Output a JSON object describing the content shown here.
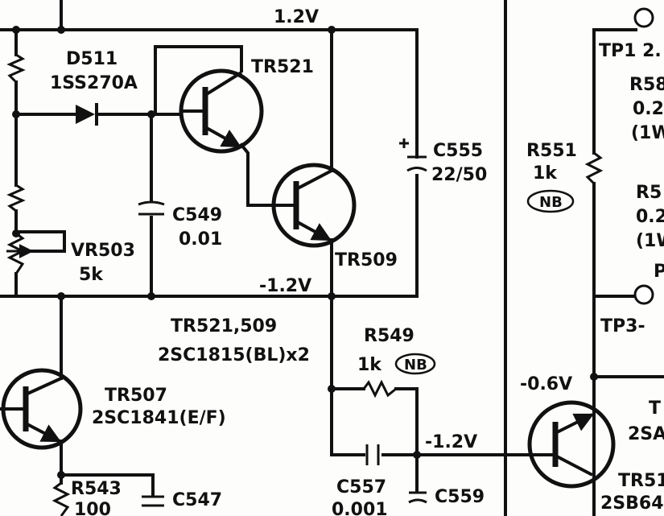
{
  "voltages": {
    "top_rail": "1.2V",
    "mid_rail": "-1.2V",
    "right_node": "-0.6V",
    "bottom_node": "-1.2V"
  },
  "diode": {
    "ref": "D511",
    "part": "1SS270A"
  },
  "tr521": {
    "ref": "TR521"
  },
  "tr509": {
    "ref": "TR509"
  },
  "c549": {
    "ref": "C549",
    "value": "0.01"
  },
  "vr503": {
    "ref": "VR503",
    "value": "5k"
  },
  "c555": {
    "ref": "C555",
    "value": "22/50"
  },
  "r551": {
    "ref": "R551",
    "value": "1k",
    "badge": "NB"
  },
  "pair_note": {
    "refs": "TR521,509",
    "part": "2SC1815(BL)x2"
  },
  "tr507": {
    "ref": "TR507",
    "part": "2SC1841(E/F)"
  },
  "r549": {
    "ref": "R549",
    "value": "1k",
    "badge": "NB"
  },
  "r543": {
    "ref": "R543",
    "value": "100"
  },
  "c547": {
    "ref": "C547"
  },
  "c557": {
    "ref": "C557",
    "value": "0.001"
  },
  "c559": {
    "ref": "C559"
  },
  "tp1": {
    "label": "TP1 2."
  },
  "tp3": {
    "label": "TP3-"
  },
  "r58x": {
    "ref": "R58",
    "value": "0.2",
    "rating": "(1W"
  },
  "r5x": {
    "ref": "R5",
    "value": "0.2",
    "rating": "(1W"
  },
  "right_edge": {
    "p": "P"
  },
  "tr5x": {
    "ref": "T",
    "part": "2SA"
  },
  "tr51x": {
    "ref": "TR51",
    "part": "2SB64"
  }
}
